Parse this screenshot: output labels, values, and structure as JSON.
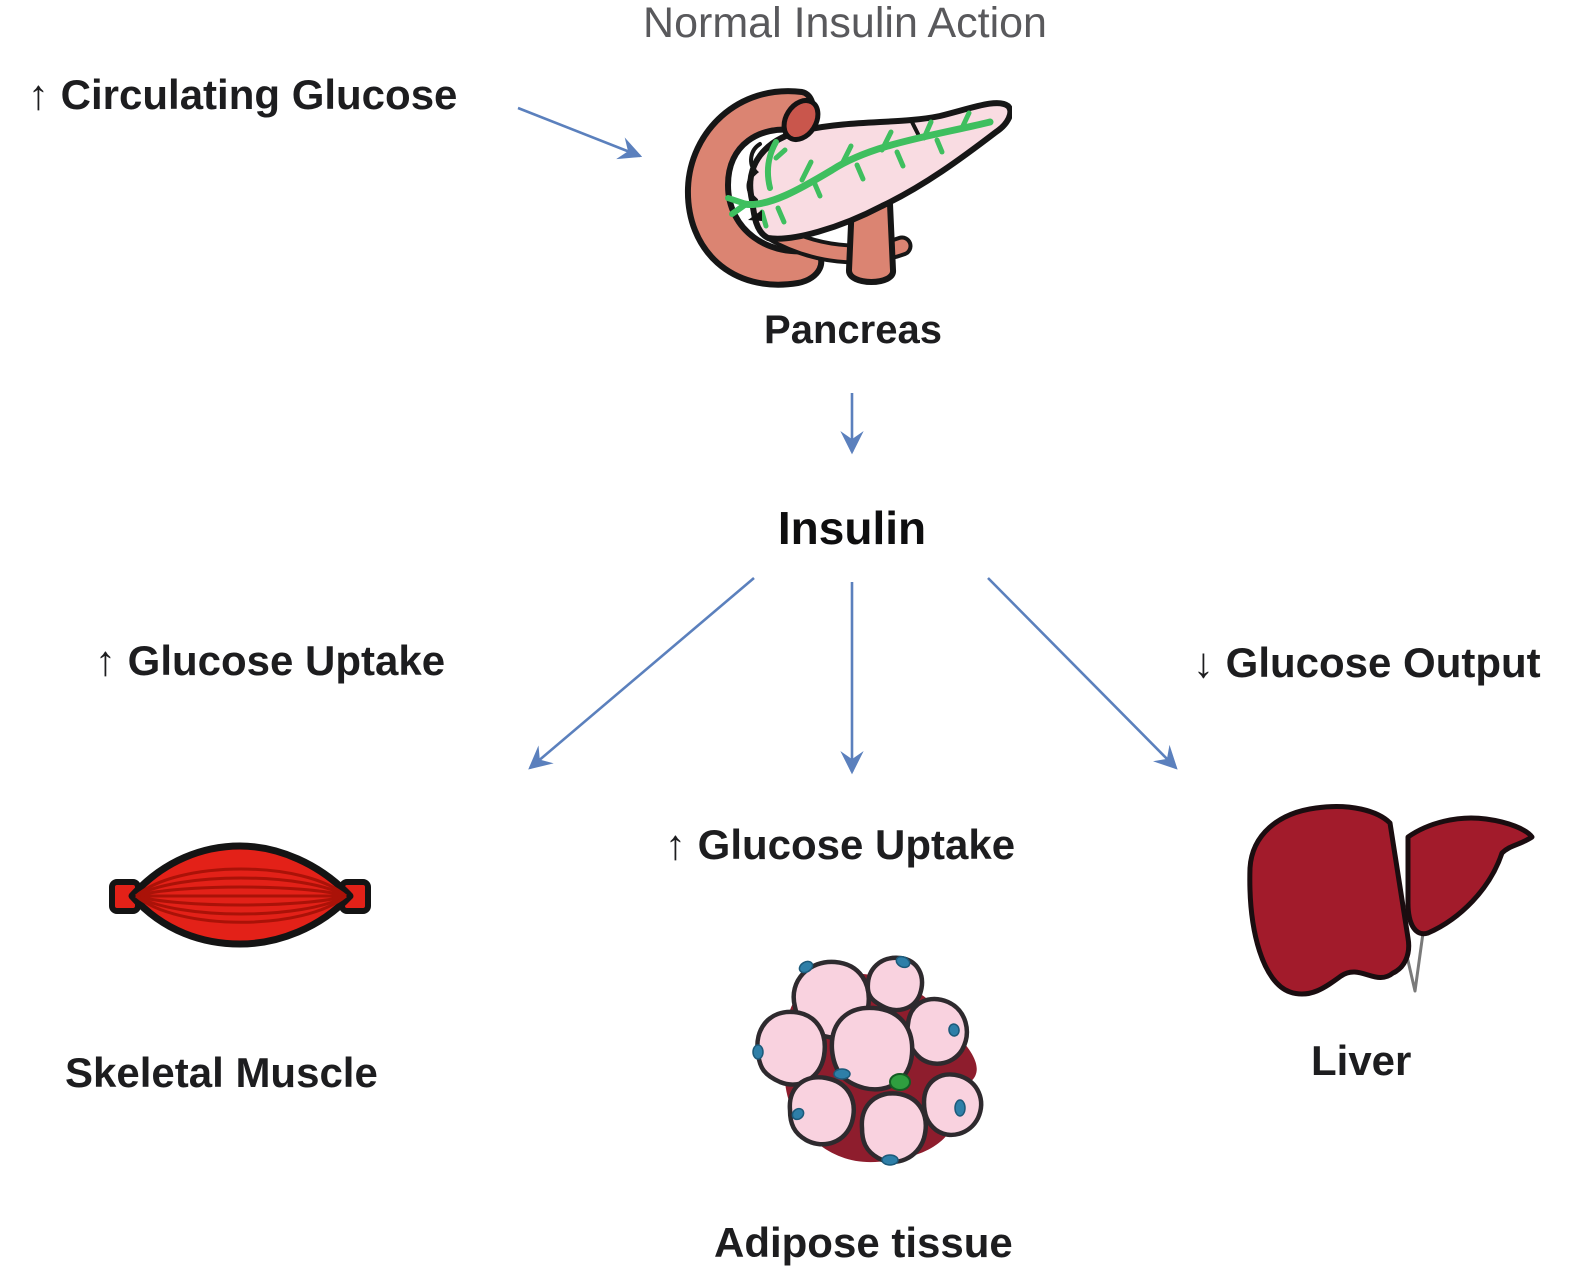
{
  "title": "Normal Insulin Action",
  "nodes": {
    "circulating_glucose": {
      "label": "↑ Circulating Glucose"
    },
    "pancreas": {
      "label": "Pancreas",
      "icon": "pancreas-illustration"
    },
    "insulin": {
      "label": "Insulin"
    },
    "muscle_effect": {
      "label": "↑ Glucose Uptake"
    },
    "adipose_effect": {
      "label": "↑ Glucose Uptake"
    },
    "liver_effect": {
      "label": "↓ Glucose Output"
    },
    "skeletal_muscle": {
      "label": "Skeletal Muscle",
      "icon": "skeletal-muscle-illustration"
    },
    "adipose_tissue": {
      "label": "Adipose tissue",
      "icon": "adipose-tissue-illustration"
    },
    "liver": {
      "label": "Liver",
      "icon": "liver-illustration"
    }
  },
  "edges": [
    {
      "from": "circulating_glucose",
      "to": "pancreas"
    },
    {
      "from": "pancreas",
      "to": "insulin"
    },
    {
      "from": "insulin",
      "to": "skeletal_muscle"
    },
    {
      "from": "insulin",
      "to": "adipose_tissue"
    },
    {
      "from": "insulin",
      "to": "liver"
    }
  ],
  "colors": {
    "arrow_blue": "#5b80bd",
    "text_dark": "#1d1d1f",
    "title_gray": "#59595c",
    "muscle_red": "#e32118",
    "muscle_striation_red": "#aa1208",
    "liver_red": "#a21b2b",
    "pancreas_body_pink": "#f9dce2",
    "duodenum_salmon": "#db8472",
    "ampulla_red": "#c9564c",
    "duct_green": "#3fbf5f",
    "adipose_cell_pink": "#f9d2df",
    "adipose_septa_red": "#8e1d2d",
    "adipose_nucleus_blue": "#2e7fa8",
    "adipose_center_green": "#2f9e3f"
  }
}
